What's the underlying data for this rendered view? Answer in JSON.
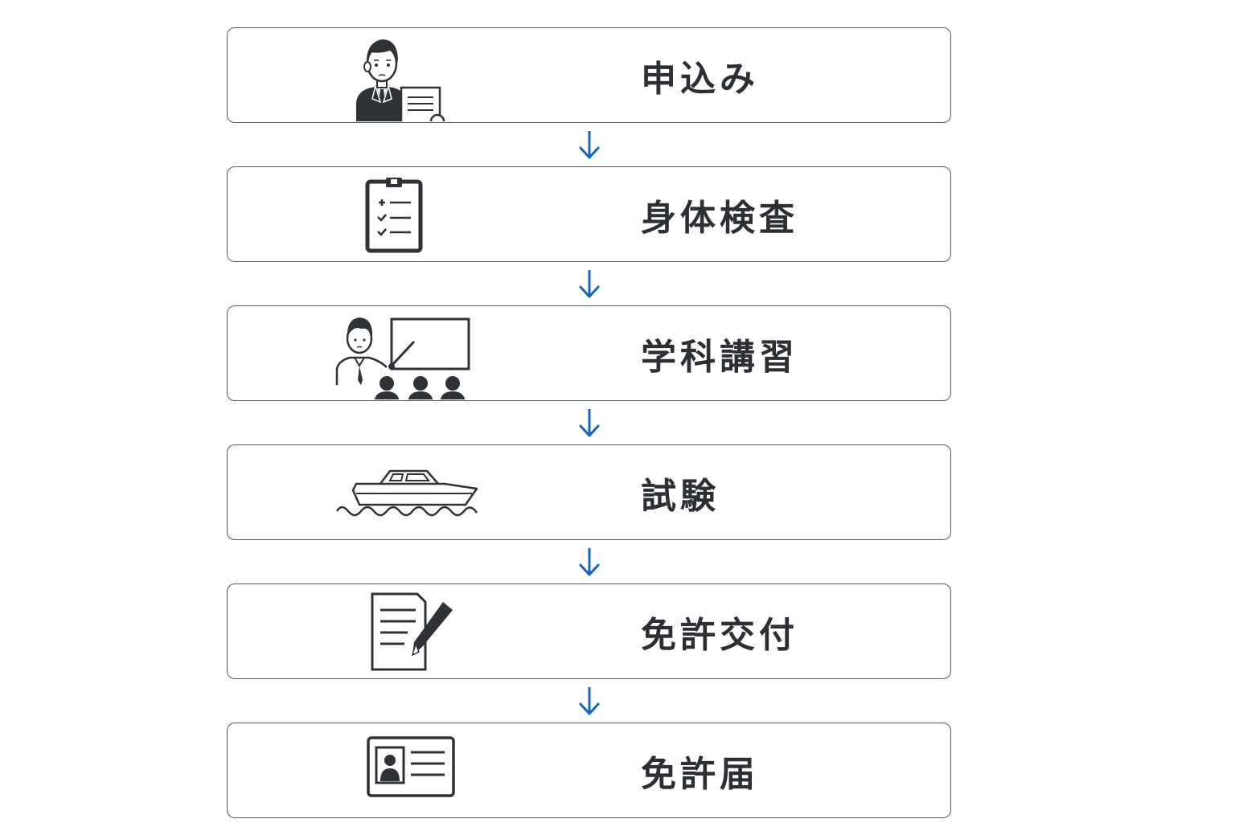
{
  "steps": [
    {
      "label": "申込み",
      "icon": "applicant-with-document-icon"
    },
    {
      "label": "身体検査",
      "icon": "clipboard-checklist-icon"
    },
    {
      "label": "学科講習",
      "icon": "lecture-class-icon"
    },
    {
      "label": "試験",
      "icon": "boat-icon"
    },
    {
      "label": "免許交付",
      "icon": "document-pen-icon"
    },
    {
      "label": "免許届",
      "icon": "id-card-icon"
    }
  ],
  "colors": {
    "arrow": "#1565c0",
    "border": "#555a60",
    "text": "#2c2f33",
    "icon": "#2f3236"
  }
}
